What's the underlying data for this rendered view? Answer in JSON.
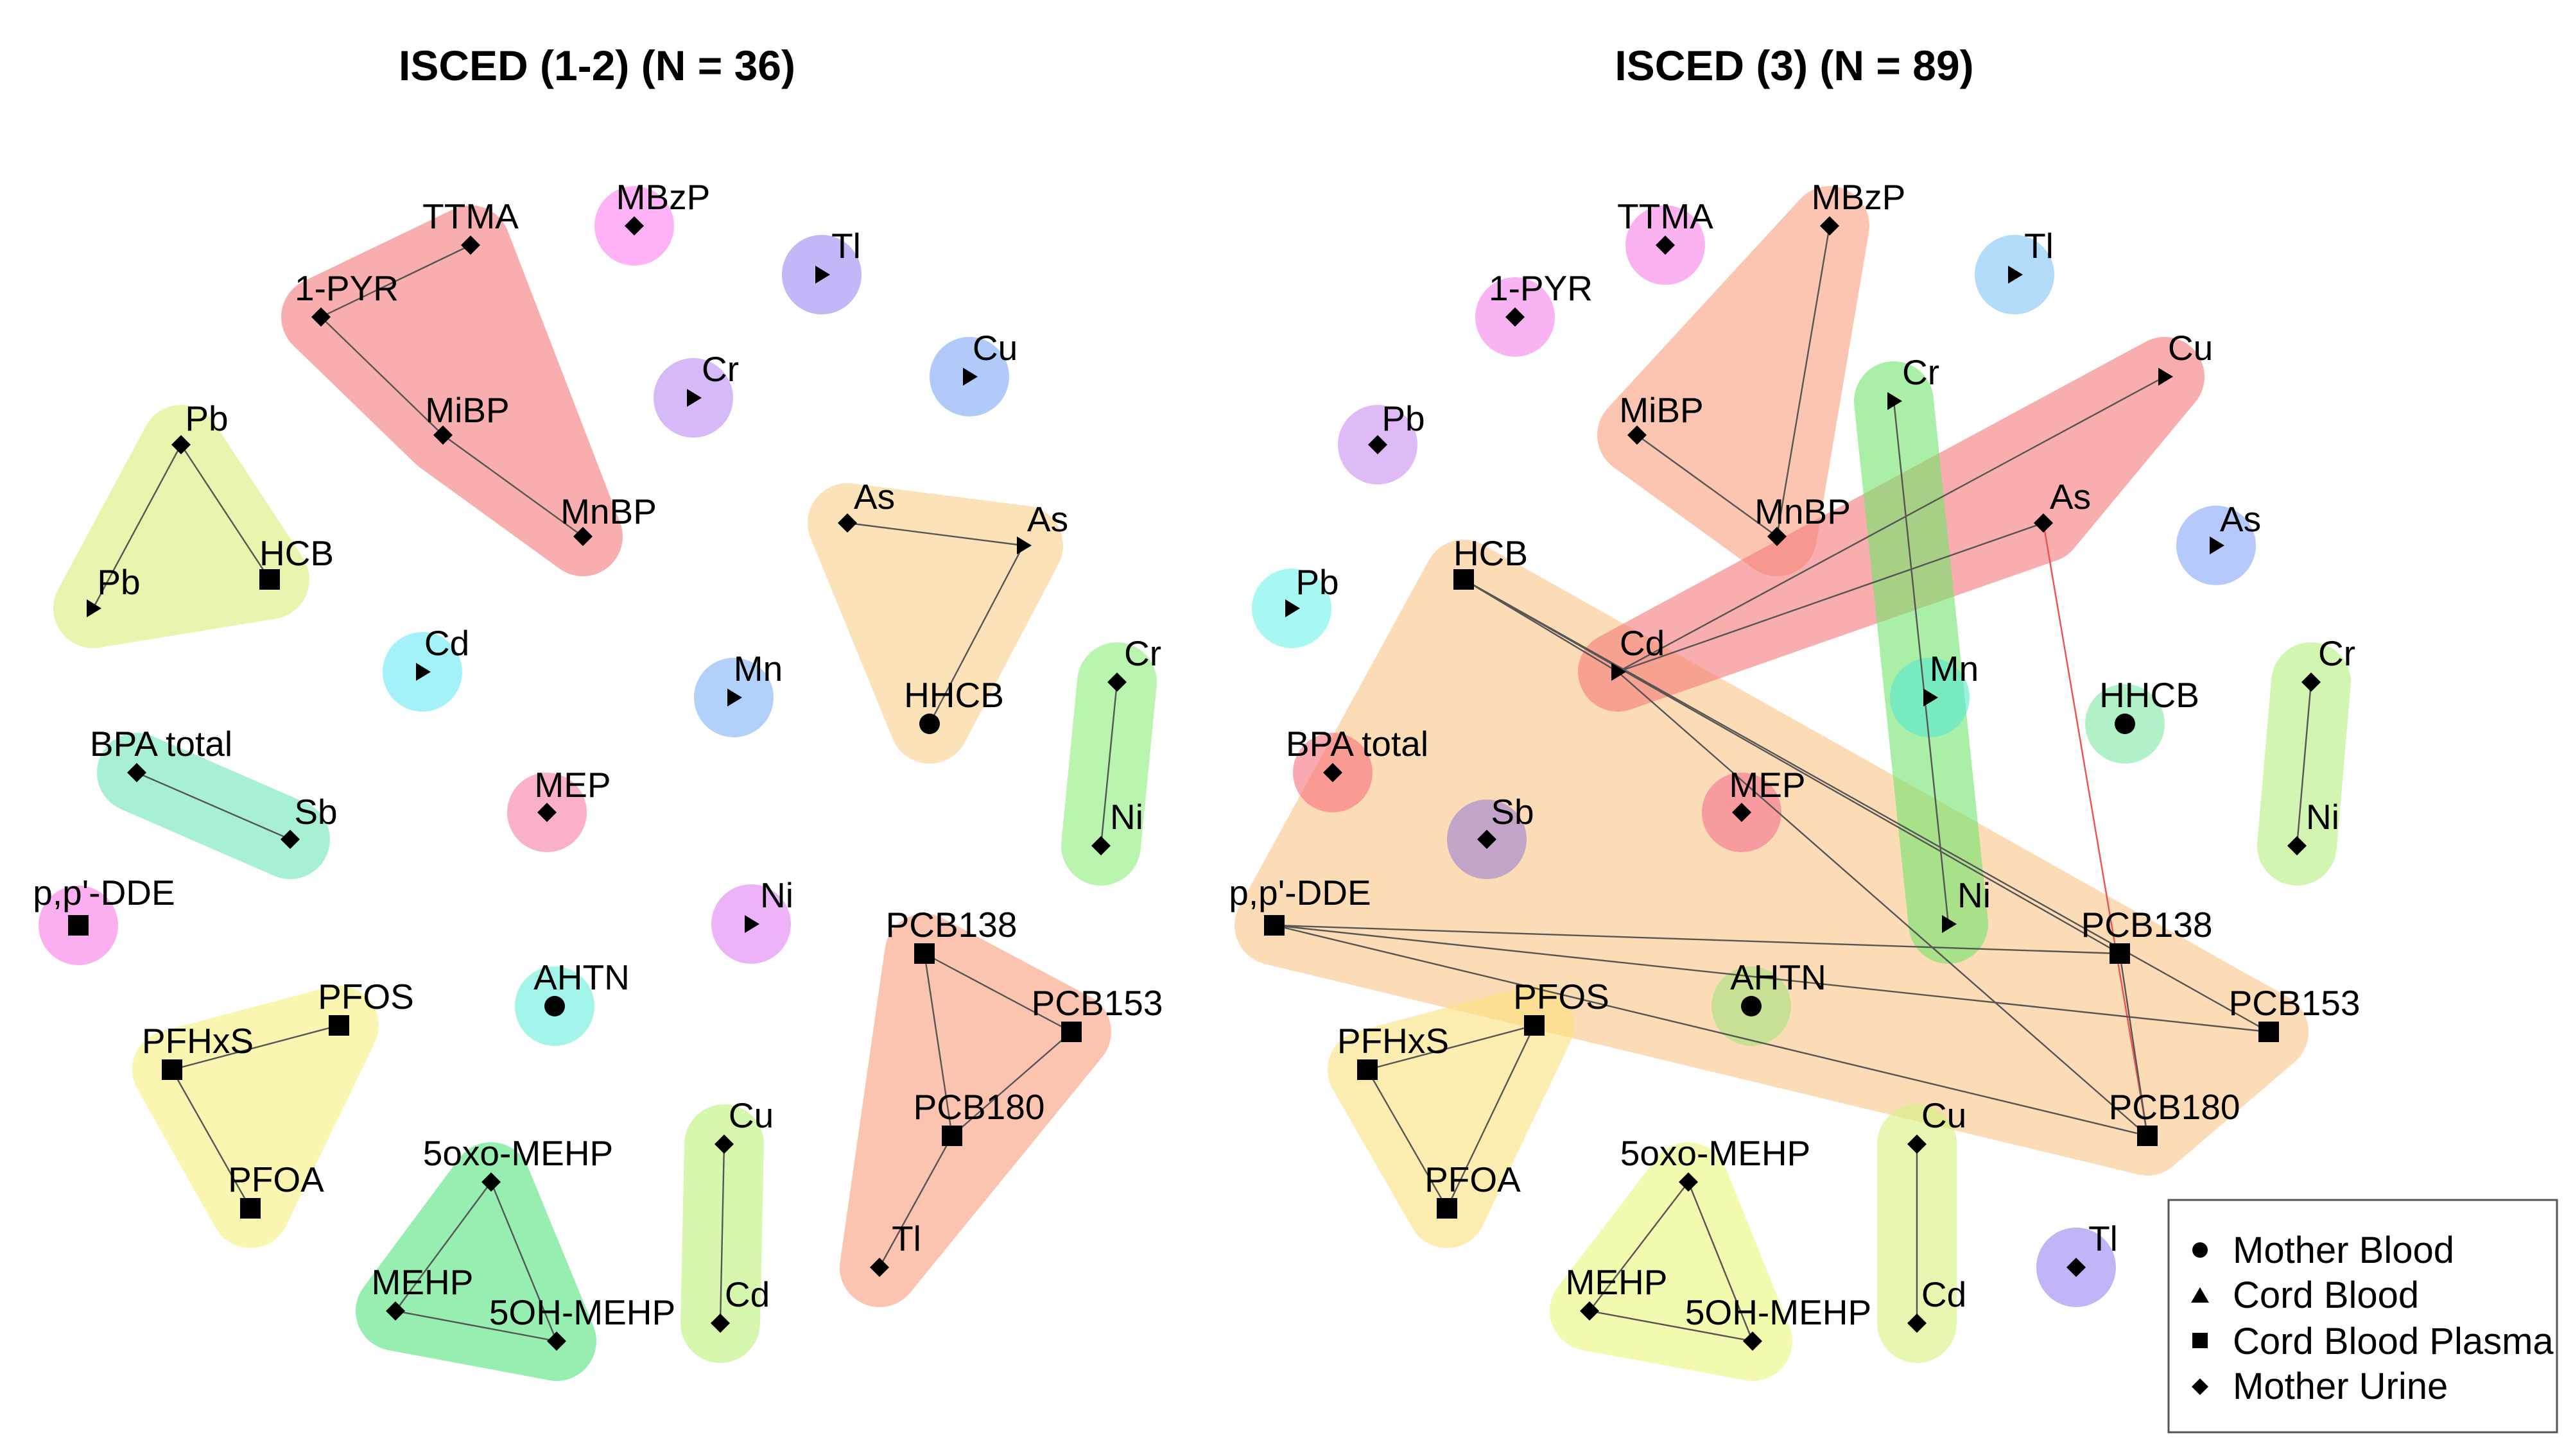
{
  "legend": {
    "items": [
      {
        "marker": "circle",
        "label": "Mother Blood"
      },
      {
        "marker": "triangle",
        "label": "Cord Blood"
      },
      {
        "marker": "square",
        "label": "Cord Blood Plasma"
      },
      {
        "marker": "diamond",
        "label": "Mother Urine"
      }
    ]
  },
  "panels": [
    {
      "title": "ISCED (1-2) (N = 36)",
      "nodes": [
        {
          "id": "ttma",
          "label": "TTMA",
          "marker": "diamond"
        },
        {
          "id": "pyr",
          "label": "1-PYR",
          "marker": "diamond"
        },
        {
          "id": "mibp",
          "label": "MiBP",
          "marker": "diamond"
        },
        {
          "id": "mnbp",
          "label": "MnBP",
          "marker": "diamond"
        },
        {
          "id": "mbzp",
          "label": "MBzP",
          "marker": "diamond"
        },
        {
          "id": "tl_c",
          "label": "Tl",
          "marker": "triangle"
        },
        {
          "id": "cu_c",
          "label": "Cu",
          "marker": "triangle"
        },
        {
          "id": "cr_c",
          "label": "Cr",
          "marker": "triangle"
        },
        {
          "id": "pb_u",
          "label": "Pb",
          "marker": "diamond"
        },
        {
          "id": "pb_c",
          "label": "Pb",
          "marker": "triangle"
        },
        {
          "id": "hcb",
          "label": "HCB",
          "marker": "square"
        },
        {
          "id": "as_u",
          "label": "As",
          "marker": "diamond"
        },
        {
          "id": "as_c",
          "label": "As",
          "marker": "triangle"
        },
        {
          "id": "hhcb",
          "label": "HHCB",
          "marker": "circle"
        },
        {
          "id": "cd_c",
          "label": "Cd",
          "marker": "triangle"
        },
        {
          "id": "mn_c",
          "label": "Mn",
          "marker": "triangle"
        },
        {
          "id": "cr_u",
          "label": "Cr",
          "marker": "diamond"
        },
        {
          "id": "ni_u",
          "label": "Ni",
          "marker": "diamond"
        },
        {
          "id": "bpa",
          "label": "BPA total",
          "marker": "diamond"
        },
        {
          "id": "sb",
          "label": "Sb",
          "marker": "diamond"
        },
        {
          "id": "mep",
          "label": "MEP",
          "marker": "diamond"
        },
        {
          "id": "dde",
          "label": "p,p'-DDE",
          "marker": "square"
        },
        {
          "id": "ni_c",
          "label": "Ni",
          "marker": "triangle"
        },
        {
          "id": "pcb138",
          "label": "PCB138",
          "marker": "square"
        },
        {
          "id": "pcb153",
          "label": "PCB153",
          "marker": "square"
        },
        {
          "id": "pcb180",
          "label": "PCB180",
          "marker": "square"
        },
        {
          "id": "tl_u",
          "label": "Tl",
          "marker": "diamond"
        },
        {
          "id": "pfos",
          "label": "PFOS",
          "marker": "square"
        },
        {
          "id": "pfhxs",
          "label": "PFHxS",
          "marker": "square"
        },
        {
          "id": "pfoa",
          "label": "PFOA",
          "marker": "square"
        },
        {
          "id": "ahtn",
          "label": "AHTN",
          "marker": "circle"
        },
        {
          "id": "oxo",
          "label": "5oxo-MEHP",
          "marker": "diamond"
        },
        {
          "id": "mehp",
          "label": "MEHP",
          "marker": "diamond"
        },
        {
          "id": "oh",
          "label": "5OH-MEHP",
          "marker": "diamond"
        },
        {
          "id": "cu_u",
          "label": "Cu",
          "marker": "diamond"
        },
        {
          "id": "cd_u",
          "label": "Cd",
          "marker": "diamond"
        }
      ],
      "clusters": [
        {
          "members": [
            "ttma",
            "pyr",
            "mibp",
            "mnbp"
          ],
          "color": "#f47a7a"
        },
        {
          "members": [
            "pb_u",
            "pb_c",
            "hcb"
          ],
          "color": "#dcf07a"
        },
        {
          "members": [
            "as_u",
            "as_c",
            "hhcb"
          ],
          "color": "#fbcf8a"
        },
        {
          "members": [
            "cr_u",
            "ni_u"
          ],
          "color": "#8cef7a"
        },
        {
          "members": [
            "bpa",
            "sb"
          ],
          "color": "#6fe7b7"
        },
        {
          "members": [
            "pcb138",
            "pcb153",
            "pcb180",
            "tl_u"
          ],
          "color": "#f99e7c"
        },
        {
          "members": [
            "pfos",
            "pfhxs",
            "pfoa"
          ],
          "color": "#f8f07e"
        },
        {
          "members": [
            "oxo",
            "mehp",
            "oh"
          ],
          "color": "#52e37c"
        },
        {
          "members": [
            "cu_u",
            "cd_u"
          ],
          "color": "#bef27a"
        },
        {
          "members": [
            "mbzp"
          ],
          "color": "#ff7ef0"
        },
        {
          "members": [
            "tl_c"
          ],
          "color": "#9e86f4"
        },
        {
          "members": [
            "cu_c"
          ],
          "color": "#7fa6f7"
        },
        {
          "members": [
            "cr_c"
          ],
          "color": "#b98af4"
        },
        {
          "members": [
            "cd_c"
          ],
          "color": "#66e9f2"
        },
        {
          "members": [
            "mn_c"
          ],
          "color": "#7fb3f7"
        },
        {
          "members": [
            "mep"
          ],
          "color": "#f77aa8"
        },
        {
          "members": [
            "dde"
          ],
          "color": "#f97ae8"
        },
        {
          "members": [
            "ni_c"
          ],
          "color": "#e27ef5"
        },
        {
          "members": [
            "ahtn"
          ],
          "color": "#66eedf"
        }
      ],
      "edges": [
        [
          "ttma",
          "pyr",
          "#555555"
        ],
        [
          "pyr",
          "mibp",
          "#555555"
        ],
        [
          "mibp",
          "mnbp",
          "#555555"
        ],
        [
          "pb_u",
          "pb_c",
          "#555555"
        ],
        [
          "pb_u",
          "hcb",
          "#555555"
        ],
        [
          "as_u",
          "as_c",
          "#555555"
        ],
        [
          "as_c",
          "hhcb",
          "#555555"
        ],
        [
          "cr_u",
          "ni_u",
          "#555555"
        ],
        [
          "bpa",
          "sb",
          "#555555"
        ],
        [
          "pcb138",
          "pcb153",
          "#555555"
        ],
        [
          "pcb138",
          "pcb180",
          "#555555"
        ],
        [
          "pcb153",
          "pcb180",
          "#555555"
        ],
        [
          "pcb180",
          "tl_u",
          "#555555"
        ],
        [
          "pfos",
          "pfhxs",
          "#555555"
        ],
        [
          "pfhxs",
          "pfoa",
          "#555555"
        ],
        [
          "oxo",
          "mehp",
          "#555555"
        ],
        [
          "oxo",
          "oh",
          "#555555"
        ],
        [
          "mehp",
          "oh",
          "#555555"
        ],
        [
          "cu_u",
          "cd_u",
          "#555555"
        ]
      ]
    },
    {
      "title": "ISCED (3) (N = 89)",
      "nodes": [
        {
          "id": "ttma",
          "label": "TTMA",
          "marker": "diamond"
        },
        {
          "id": "mbzp",
          "label": "MBzP",
          "marker": "diamond"
        },
        {
          "id": "tl_c",
          "label": "Tl",
          "marker": "triangle"
        },
        {
          "id": "pyr",
          "label": "1-PYR",
          "marker": "diamond"
        },
        {
          "id": "mibp",
          "label": "MiBP",
          "marker": "diamond"
        },
        {
          "id": "cr_c",
          "label": "Cr",
          "marker": "triangle"
        },
        {
          "id": "cu_c",
          "label": "Cu",
          "marker": "triangle"
        },
        {
          "id": "pb_u",
          "label": "Pb",
          "marker": "diamond"
        },
        {
          "id": "mnbp",
          "label": "MnBP",
          "marker": "diamond"
        },
        {
          "id": "as_u",
          "label": "As",
          "marker": "diamond"
        },
        {
          "id": "as_c",
          "label": "As",
          "marker": "triangle"
        },
        {
          "id": "hcb",
          "label": "HCB",
          "marker": "square"
        },
        {
          "id": "pb_c",
          "label": "Pb",
          "marker": "triangle"
        },
        {
          "id": "cd_c",
          "label": "Cd",
          "marker": "triangle"
        },
        {
          "id": "mn_c",
          "label": "Mn",
          "marker": "triangle"
        },
        {
          "id": "hhcb",
          "label": "HHCB",
          "marker": "circle"
        },
        {
          "id": "cr_u",
          "label": "Cr",
          "marker": "diamond"
        },
        {
          "id": "bpa",
          "label": "BPA total",
          "marker": "diamond"
        },
        {
          "id": "mep",
          "label": "MEP",
          "marker": "diamond"
        },
        {
          "id": "sb",
          "label": "Sb",
          "marker": "diamond"
        },
        {
          "id": "ni_u",
          "label": "Ni",
          "marker": "diamond"
        },
        {
          "id": "dde",
          "label": "p,p'-DDE",
          "marker": "square"
        },
        {
          "id": "ni_c",
          "label": "Ni",
          "marker": "triangle"
        },
        {
          "id": "pcb138",
          "label": "PCB138",
          "marker": "square"
        },
        {
          "id": "pfos",
          "label": "PFOS",
          "marker": "square"
        },
        {
          "id": "ahtn",
          "label": "AHTN",
          "marker": "circle"
        },
        {
          "id": "pcb153",
          "label": "PCB153",
          "marker": "square"
        },
        {
          "id": "pfhxs",
          "label": "PFHxS",
          "marker": "square"
        },
        {
          "id": "pcb180",
          "label": "PCB180",
          "marker": "square"
        },
        {
          "id": "cu_u",
          "label": "Cu",
          "marker": "diamond"
        },
        {
          "id": "pfoa",
          "label": "PFOA",
          "marker": "square"
        },
        {
          "id": "oxo",
          "label": "5oxo-MEHP",
          "marker": "diamond"
        },
        {
          "id": "tl_u",
          "label": "Tl",
          "marker": "diamond"
        },
        {
          "id": "mehp",
          "label": "MEHP",
          "marker": "diamond"
        },
        {
          "id": "oh",
          "label": "5OH-MEHP",
          "marker": "diamond"
        },
        {
          "id": "cd_u",
          "label": "Cd",
          "marker": "diamond"
        }
      ],
      "clusters": [
        {
          "members": [
            "hcb",
            "cd_c",
            "dde",
            "pcb138",
            "pcb153",
            "pcb180",
            "ahtn"
          ],
          "color": "#fbc687"
        },
        {
          "members": [
            "mbzp",
            "mibp",
            "mnbp"
          ],
          "color": "#f9a07f"
        },
        {
          "members": [
            "cu_c",
            "as_u",
            "cd_c"
          ],
          "color": "#f47a7a"
        },
        {
          "members": [
            "cr_c",
            "ni_c"
          ],
          "color": "#72e56d"
        },
        {
          "members": [
            "pfos",
            "pfhxs",
            "pfoa"
          ],
          "color": "#fde27d"
        },
        {
          "members": [
            "oxo",
            "mehp",
            "oh"
          ],
          "color": "#ecf77c"
        },
        {
          "members": [
            "cu_u",
            "cd_u"
          ],
          "color": "#d4f37e"
        },
        {
          "members": [
            "cr_u",
            "ni_u"
          ],
          "color": "#b5ef80"
        },
        {
          "members": [
            "ttma"
          ],
          "color": "#f77ee6"
        },
        {
          "members": [
            "pyr"
          ],
          "color": "#f280ea"
        },
        {
          "members": [
            "tl_c"
          ],
          "color": "#7fc4f7"
        },
        {
          "members": [
            "pb_u"
          ],
          "color": "#c88cf2"
        },
        {
          "members": [
            "as_c"
          ],
          "color": "#84a6f7"
        },
        {
          "members": [
            "pb_c"
          ],
          "color": "#6cf1e9"
        },
        {
          "members": [
            "mn_c"
          ],
          "color": "#56e6d1"
        },
        {
          "members": [
            "hhcb"
          ],
          "color": "#7de8a4"
        },
        {
          "members": [
            "bpa"
          ],
          "color": "#f66f7c"
        },
        {
          "members": [
            "mep"
          ],
          "color": "#f56f8d"
        },
        {
          "members": [
            "sb"
          ],
          "color": "#9b7fd3"
        },
        {
          "members": [
            "ahtn"
          ],
          "color": "#a4e37d"
        },
        {
          "members": [
            "tl_u"
          ],
          "color": "#9a82f0"
        }
      ],
      "edges": [
        [
          "mbzp",
          "mnbp",
          "#555555"
        ],
        [
          "mibp",
          "mnbp",
          "#555555"
        ],
        [
          "cu_c",
          "cd_c",
          "#555555"
        ],
        [
          "as_u",
          "cd_c",
          "#555555"
        ],
        [
          "as_u",
          "pcb180",
          "#ef5050"
        ],
        [
          "cr_c",
          "ni_c",
          "#555555"
        ],
        [
          "hcb",
          "cd_c",
          "#555555"
        ],
        [
          "hcb",
          "pcb138",
          "#555555"
        ],
        [
          "hcb",
          "pcb153",
          "#555555"
        ],
        [
          "cd_c",
          "pcb180",
          "#555555"
        ],
        [
          "dde",
          "pcb138",
          "#555555"
        ],
        [
          "dde",
          "pcb153",
          "#555555"
        ],
        [
          "dde",
          "pcb180",
          "#555555"
        ],
        [
          "pcb138",
          "pcb180",
          "#555555"
        ],
        [
          "pfos",
          "pfhxs",
          "#555555"
        ],
        [
          "pfos",
          "pfoa",
          "#555555"
        ],
        [
          "pfhxs",
          "pfoa",
          "#555555"
        ],
        [
          "oxo",
          "mehp",
          "#555555"
        ],
        [
          "oxo",
          "oh",
          "#555555"
        ],
        [
          "mehp",
          "oh",
          "#555555"
        ],
        [
          "cu_u",
          "cd_u",
          "#555555"
        ],
        [
          "cr_u",
          "ni_u",
          "#555555"
        ]
      ]
    }
  ]
}
